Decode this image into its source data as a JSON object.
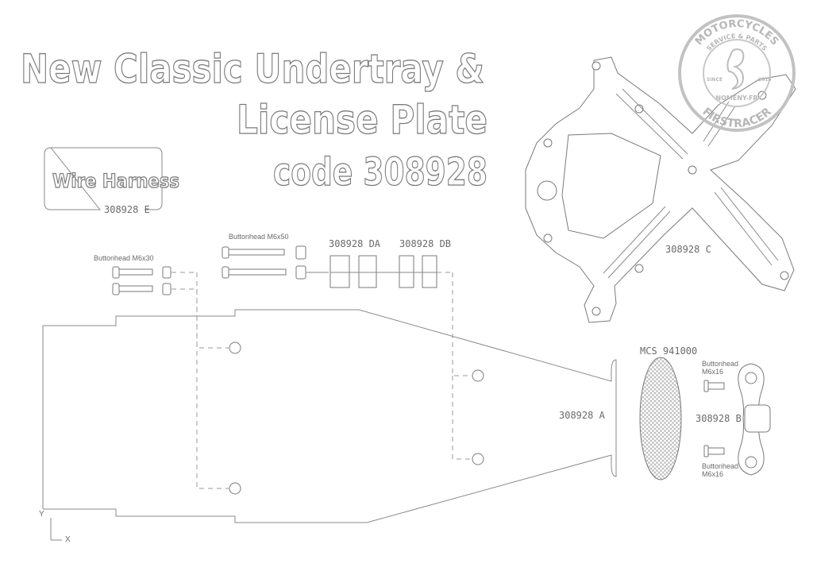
{
  "title": {
    "line1": "New Classic Undertray &",
    "line2": "License Plate",
    "line3": "code 308928"
  },
  "wire_harness": {
    "label": "Wire Harness",
    "code": "308928 E"
  },
  "bolts": {
    "m6x30": "Buttonhead M6x30",
    "m6x50": "Buttonhead M6x50",
    "m6x16_top_line1": "Buttonhead",
    "m6x16_top_line2": "M6x16",
    "m6x16_bottom_line1": "Buttonhead",
    "m6x16_bottom_line2": "M6x16"
  },
  "parts": {
    "spacer_da": "308928 DA",
    "spacer_db": "308928 DB",
    "bracket_c": "308928 C",
    "undertray_a": "308928 A",
    "reflector": "MCS 941000",
    "light_b": "308928 B"
  },
  "axes": {
    "y": "Y",
    "x": "X"
  },
  "seal": {
    "top": "MOTORCYCLES",
    "inner": "SERVICE & PARTS",
    "since": "SINCE",
    "year": "2015",
    "town": "NOMENY-FR",
    "bottom": "FIRSTRACER"
  }
}
